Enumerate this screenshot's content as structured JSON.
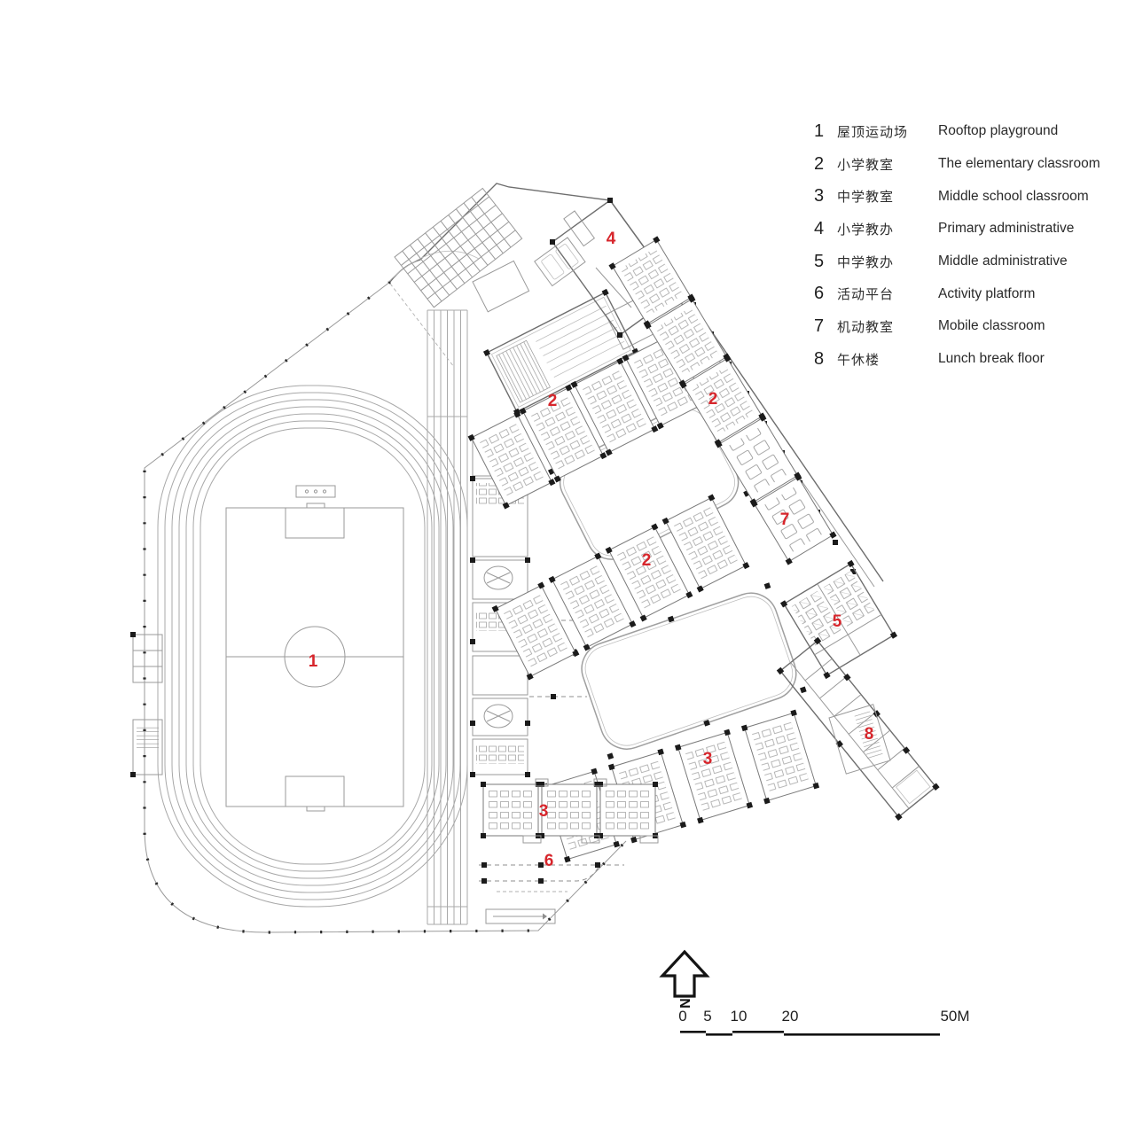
{
  "legend": {
    "items": [
      {
        "num": "1",
        "zh": "屋顶运动场",
        "en": "Rooftop playground"
      },
      {
        "num": "2",
        "zh": "小学教室",
        "en": "The elementary classroom"
      },
      {
        "num": "3",
        "zh": "中学教室",
        "en": "Middle school classroom"
      },
      {
        "num": "4",
        "zh": "小学教办",
        "en": "Primary administrative"
      },
      {
        "num": "5",
        "zh": "中学教办",
        "en": "Middle administrative"
      },
      {
        "num": "6",
        "zh": "活动平台",
        "en": "Activity platform"
      },
      {
        "num": "7",
        "zh": "机动教室",
        "en": "Mobile classroom"
      },
      {
        "num": "8",
        "zh": "午休楼",
        "en": "Lunch break floor"
      }
    ]
  },
  "plan": {
    "labels": [
      "1",
      "2",
      "2",
      "2",
      "3",
      "3",
      "4",
      "5",
      "6",
      "7",
      "8"
    ],
    "label_color": "#d7262c"
  },
  "compass": {
    "label": "N"
  },
  "scalebar": {
    "ticks": [
      "0",
      "5",
      "10",
      "20"
    ],
    "end": "50M"
  },
  "colors": {
    "label_red": "#d7262c",
    "line_gray": "#9a9a9a",
    "wall_gray": "#6e6e6e",
    "column_black": "#1b1b1b",
    "background": "#ffffff"
  }
}
